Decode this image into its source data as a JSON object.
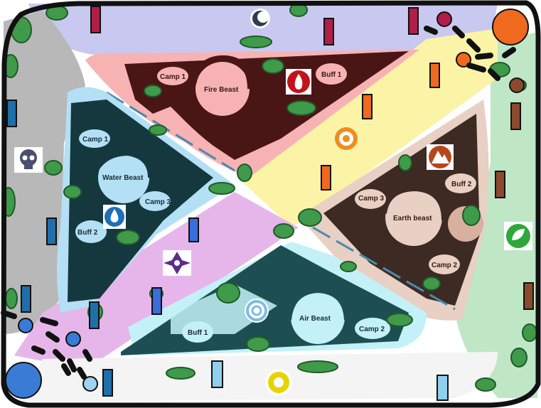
{
  "map": {
    "labels": {
      "fire_camp1": "Camp 1",
      "fire_beast": "Fire Beast",
      "fire_buff1": "Buff 1",
      "water_camp1": "Camp 1",
      "water_beast": "Water Beast",
      "water_camp3": "Camp 3",
      "water_buff2": "Buff 2",
      "earth_camp3": "Camp 3",
      "earth_beast": "Earth beast",
      "earth_buff2": "Buff 2",
      "earth_camp2": "Camp 2",
      "air_buff1": "Buff 1",
      "air_beast": "Air Beast",
      "air_camp2": "Camp 2"
    },
    "icons": [
      "skull-icon",
      "fire-icon",
      "gear-icon",
      "mountain-icon",
      "leaf-icon",
      "water-drop-icon",
      "star-icon",
      "swirl-icon",
      "sun-icon",
      "moon-icon"
    ],
    "colors": {
      "fire_zone": "#f7b3b3",
      "water_zone": "#b3e0f5",
      "earth_zone": "#e8d0c4",
      "air_zone": "#c3f1f7",
      "top_lane": "#c8c8f0",
      "left_lane": "#b8b8b8",
      "right_lane": "#bfe7c6",
      "diagonal_yellow": "#fbf3a6",
      "diagonal_purple": "#e6b6ea",
      "top_right_base": "#f06a1e",
      "bottom_left_base": "#3a7bd5"
    }
  }
}
